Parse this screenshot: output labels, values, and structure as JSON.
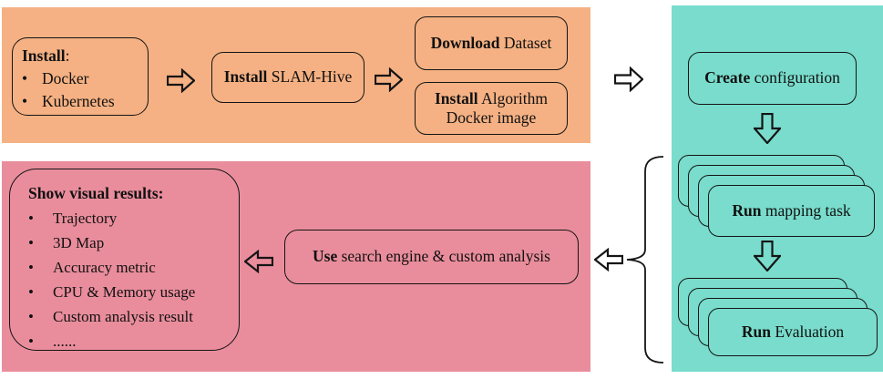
{
  "colors": {
    "panel_orange": "#F5B183",
    "panel_pink": "#E98D9C",
    "panel_teal": "#79DCCC",
    "node_border": "#151515",
    "arrow_outline": "#151515"
  },
  "bullet_char": "•",
  "nodes": {
    "install_prereq": {
      "bold": "Install",
      "rest": ":",
      "bullets": [
        "Docker",
        "Kubernetes"
      ]
    },
    "install_slam_hive": {
      "bold": "Install",
      "rest": " SLAM-Hive"
    },
    "download_dataset": {
      "bold": "Download",
      "rest": " Dataset"
    },
    "install_algorithm": {
      "bold": "Install",
      "rest": " Algorithm",
      "line2": "Docker image"
    },
    "create_configuration": {
      "bold": "Create",
      "rest": " configuration"
    },
    "run_mapping_task": {
      "bold": "Run",
      "rest": " mapping task"
    },
    "run_evaluation": {
      "bold": "Run",
      "rest": " Evaluation"
    },
    "use_search": {
      "bold": "Use",
      "rest": " search engine & custom analysis"
    },
    "show_results": {
      "title": "Show visual results:",
      "bullets": [
        "Trajectory",
        "3D Map",
        "Accuracy metric",
        "CPU & Memory usage",
        "Custom analysis result",
        "......"
      ]
    }
  }
}
